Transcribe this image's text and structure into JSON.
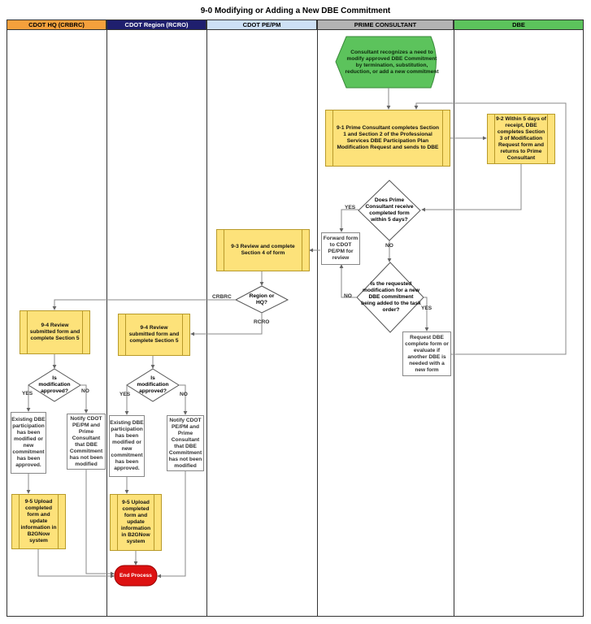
{
  "title": "9-0 Modifying or Adding a New DBE Commitment",
  "lanes": [
    {
      "label": "CDOT HQ (CRBRC)",
      "color": "#f4a03c",
      "text_color": "#000000"
    },
    {
      "label": "CDOT Region (RCRO)",
      "color": "#1f1f6e",
      "text_color": "#ffffff"
    },
    {
      "label": "CDOT PE/PM",
      "color": "#cde0f5",
      "text_color": "#000000"
    },
    {
      "label": "PRIME CONSULTANT",
      "color": "#b3b3b3",
      "text_color": "#000000"
    },
    {
      "label": "DBE",
      "color": "#5cc35c",
      "text_color": "#000000"
    }
  ],
  "colors": {
    "process_fill": "#fde27a",
    "start_fill": "#5cc35c",
    "end_fill": "#dd1111",
    "line": "#888888"
  },
  "nodes": {
    "start": "Consultant recognizes a need to modify approved DBE Commitment by termination, substitution, reduction, or add a new commitment",
    "n9_1": "9-1 Prime Consultant completes Section 1 and Section 2 of the Professional Services DBE Participation Plan Modification Request and sends to DBE",
    "n9_2": "9-2 Within 5 days of receipt, DBE completes Section 3 of Modification Request form and returns to Prime Consultant",
    "d_receive": "Does Prime Consultant receive completed form within 5 days?",
    "forward": "Forward form to CDOT PE/PM for review",
    "d_task": "Is the requested modification for a new DBE commitment being added to the task order?",
    "request_dbe": "Request DBE complete form or evaluate if another DBE is needed with a new form",
    "n9_3": "9-3 Review and complete Section 4 of form",
    "d_region": "Region or HQ?",
    "n9_4_hq": "9-4 Review submitted form and complete Section 5",
    "n9_4_region": "9-4 Review submitted form and complete Section 5",
    "d_approved_hq": "Is modification approved?",
    "d_approved_region": "Is modification approved?",
    "existing_hq": "Existing DBE participation has been modified or new commitment has been approved.",
    "notify_hq": "Notify CDOT PE/PM and Prime Consultant that DBE Commitment has not been modified",
    "existing_region": "Existing DBE participation has been modified or new commitment has been approved.",
    "notify_region": "Notify CDOT PE/PM and Prime Consultant that DBE Commitment has not been modified",
    "n9_5_hq": "9-5 Upload completed form and update information in B2GNow system",
    "n9_5_region": "9-5 Upload completed form and update information in B2GNow system",
    "end": "End Process"
  },
  "labels": {
    "yes1": "YES",
    "no1": "NO",
    "no2": "NO",
    "yes2": "YES",
    "crbrc": "CRBRC",
    "rcro": "RCRO",
    "yes_hq": "YES",
    "no_hq": "NO",
    "yes_region": "YES",
    "no_region": "NO"
  }
}
